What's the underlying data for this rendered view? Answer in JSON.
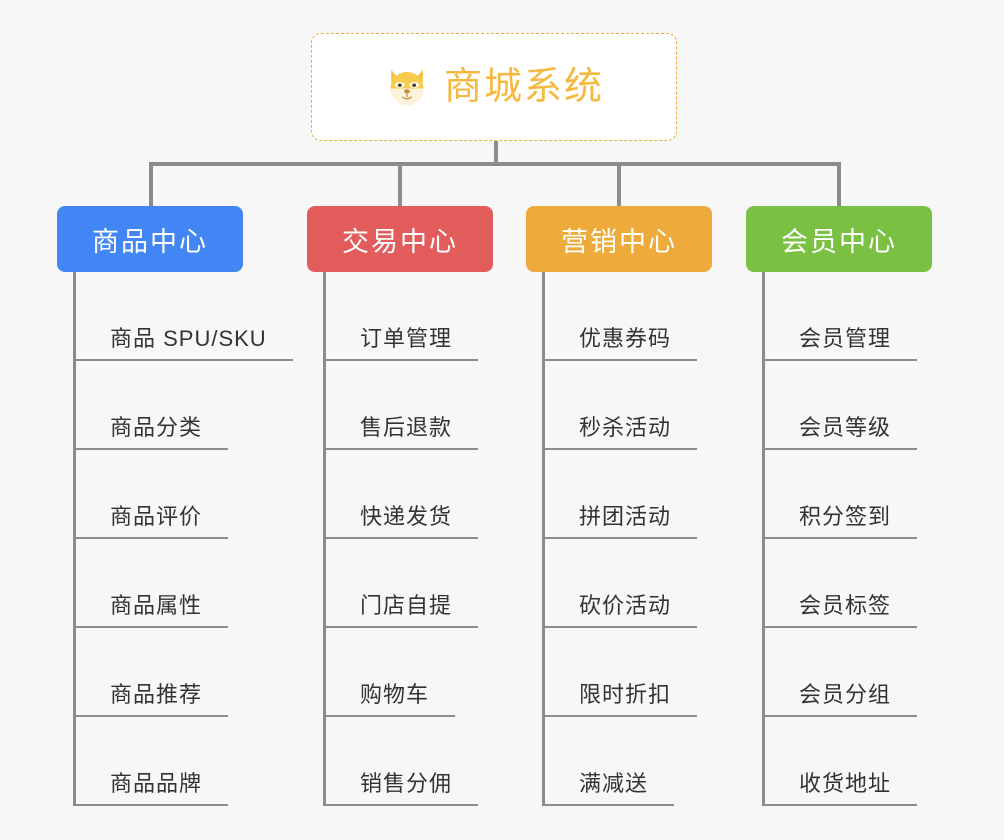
{
  "root": {
    "title": "商城系统",
    "icon": "shiba-dog-icon",
    "border_color": "#f0a93c",
    "text_color": "#f5b940",
    "background": "#ffffff"
  },
  "canvas": {
    "background": "#f7f7f7",
    "connector_color": "#8c8c8c"
  },
  "branches": [
    {
      "label": "商品中心",
      "color": "#4286f5",
      "children": [
        "商品 SPU/SKU",
        "商品分类",
        "商品评价",
        "商品属性",
        "商品推荐",
        "商品品牌"
      ]
    },
    {
      "label": "交易中心",
      "color": "#e25c5c",
      "children": [
        "订单管理",
        "售后退款",
        "快递发货",
        "门店自提",
        "购物车",
        "销售分佣"
      ]
    },
    {
      "label": "营销中心",
      "color": "#eeab3c",
      "children": [
        "优惠券码",
        "秒杀活动",
        "拼团活动",
        "砍价活动",
        "限时折扣",
        "满减送"
      ]
    },
    {
      "label": "会员中心",
      "color": "#7ac143",
      "children": [
        "会员管理",
        "会员等级",
        "积分签到",
        "会员标签",
        "会员分组",
        "收货地址"
      ]
    }
  ]
}
